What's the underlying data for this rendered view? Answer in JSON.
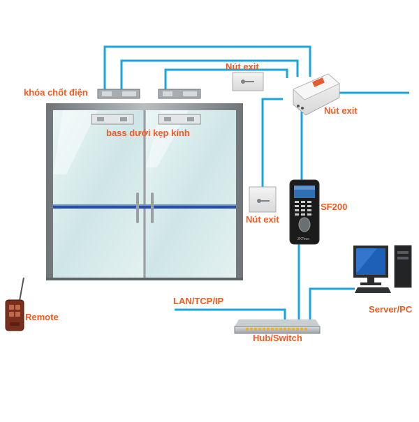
{
  "labels": {
    "lock": "khóa chốt điện",
    "glass_bracket": "bass dưới kẹp kính",
    "exit_button_top": "Nút exit",
    "power_supply": "Nút exit",
    "exit_button_side": "Nút exit",
    "device": "SF200",
    "remote": "Remote",
    "network": "LAN/TCP/IP",
    "server": "Server/PC",
    "switch": "Hub/Switch"
  },
  "device_brand": "ZKTeco",
  "colors": {
    "wire": "#1aa6dc",
    "label": "#f15a1f",
    "frame": "#8a8f94",
    "glass": "#d7ecec",
    "handle_bar": "#2a4fa0",
    "device_body": "#1b1b1b",
    "remote_body": "#7a2f1e"
  }
}
